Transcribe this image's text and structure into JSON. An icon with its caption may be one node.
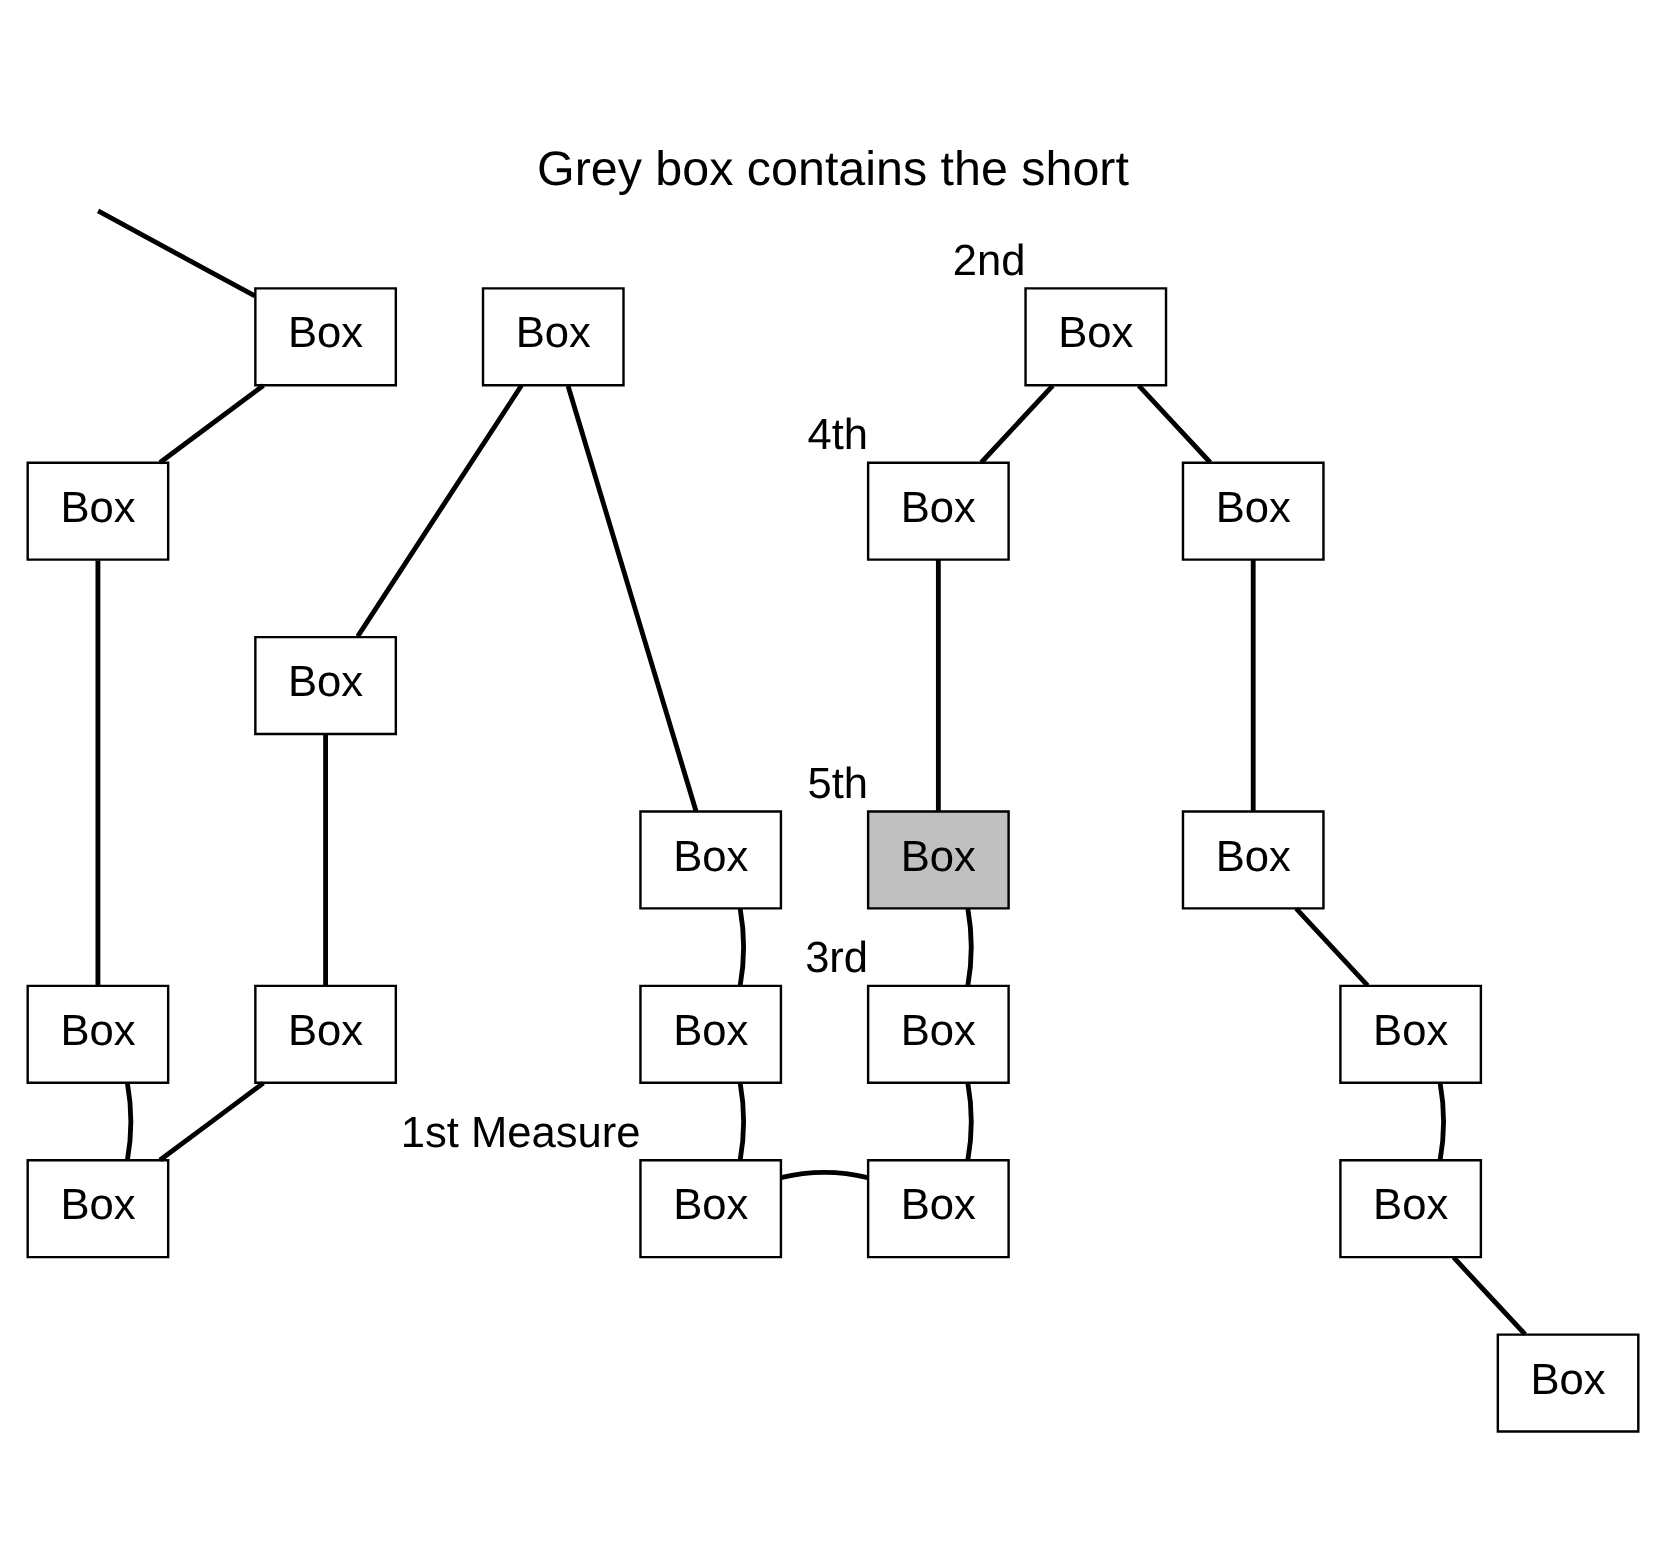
{
  "diagram": {
    "title": "Grey box contains the short",
    "nodes": [
      {
        "text": [
          "Box"
        ]
      },
      {
        "text": [
          "Box"
        ]
      },
      {
        "text": [
          "Box"
        ]
      },
      {
        "text": [
          "Box"
        ]
      },
      {
        "text": [
          "Box"
        ]
      },
      {
        "text": [
          "Box"
        ]
      },
      {
        "text": [
          "Box"
        ]
      },
      {
        "text": [
          "Box"
        ]
      },
      {
        "text": [
          "Box"
        ]
      },
      {
        "text": [
          "Box"
        ],
        "beside": [
          "1st Measure"
        ]
      },
      {
        "text": [
          "Box"
        ]
      },
      {
        "text": [
          "Box"
        ],
        "beside": [
          "3rd"
        ]
      },
      {
        "text": [
          "Box"
        ],
        "beside": [
          "5th"
        ]
      },
      {
        "text": [
          "Box"
        ],
        "beside": [
          "4th"
        ]
      },
      {
        "text": [
          "Box"
        ],
        "beside": [
          "2nd"
        ]
      },
      {
        "text": [
          "Box"
        ]
      },
      {
        "text": [
          "Box"
        ]
      },
      {
        "text": [
          "Box"
        ]
      },
      {
        "text": [
          "Box"
        ]
      },
      {
        "text": [
          "Box"
        ]
      }
    ],
    "edges": [
      {
        "from": null,
        "to": 0,
        "arrow": "none"
      },
      {
        "from": 0,
        "to": 1,
        "arrow": "none"
      },
      {
        "from": 1,
        "to": 2,
        "arrow": "none"
      },
      {
        "from": 2,
        "to": 3,
        "arrow": "none"
      },
      {
        "from": 3,
        "to": 4,
        "arrow": "none"
      },
      {
        "from": 4,
        "to": 5,
        "arrow": "none"
      },
      {
        "from": 5,
        "to": 6,
        "arrow": "none"
      },
      {
        "from": 6,
        "to": 7,
        "arrow": "none"
      },
      {
        "from": 7,
        "to": 8,
        "arrow": "none"
      },
      {
        "from": 8,
        "to": 9,
        "arrow": "none"
      },
      {
        "from": 9,
        "to": 10,
        "arrow": "none"
      },
      {
        "from": 10,
        "to": 11,
        "arrow": "none"
      },
      {
        "from": 11,
        "to": 12,
        "arrow": "none"
      },
      {
        "from": 12,
        "to": 13,
        "arrow": "none"
      },
      {
        "from": 13,
        "to": 14,
        "arrow": "none"
      },
      {
        "from": 14,
        "to": 15,
        "arrow": "none"
      },
      {
        "from": 15,
        "to": 16,
        "arrow": "none"
      },
      {
        "from": 16,
        "to": 17,
        "arrow": "none"
      },
      {
        "from": 17,
        "to": 18,
        "arrow": "none"
      },
      {
        "from": 18,
        "to": 19,
        "arrow": "none"
      }
    ]
  }
}
